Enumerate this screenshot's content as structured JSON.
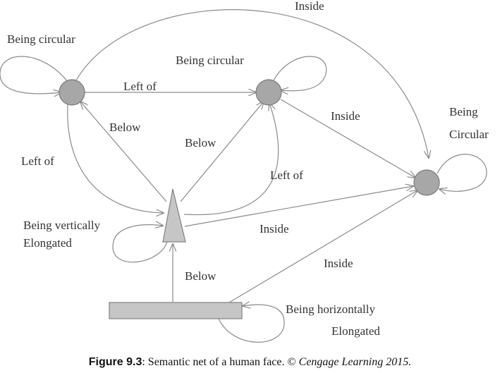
{
  "nodes": {
    "left_eye": "circle",
    "right_eye": "circle",
    "mouth": "circle",
    "nose": "triangle",
    "bar": "rectangle"
  },
  "edge_labels": {
    "inside_top": "Inside",
    "left_eye_loop": "Being circular",
    "right_eye_loop": "Being circular",
    "left_of_top": "Left of",
    "below_left": "Below",
    "below_mid": "Below",
    "inside_right_eye": "Inside",
    "mouth_loop_line1": "Being",
    "mouth_loop_line2": "Circular",
    "left_of_side": "Left of",
    "left_of_right": "Left of",
    "nose_loop_line1": "Being vertically",
    "nose_loop_line2": "Elongated",
    "inside_nose": "Inside",
    "inside_bar": "Inside",
    "below_bottom": "Below",
    "bar_loop_line1": "Being horizontally",
    "bar_loop_line2": "Elongated"
  },
  "caption": {
    "figure": "Figure 9.3",
    "text": ": Semantic net of a human face. © ",
    "source": "Cengage Learning 2015."
  },
  "colors": {
    "node_dark": "#a7a7a7",
    "node_light": "#c6c6c6",
    "edge": "#8a8a8a"
  }
}
